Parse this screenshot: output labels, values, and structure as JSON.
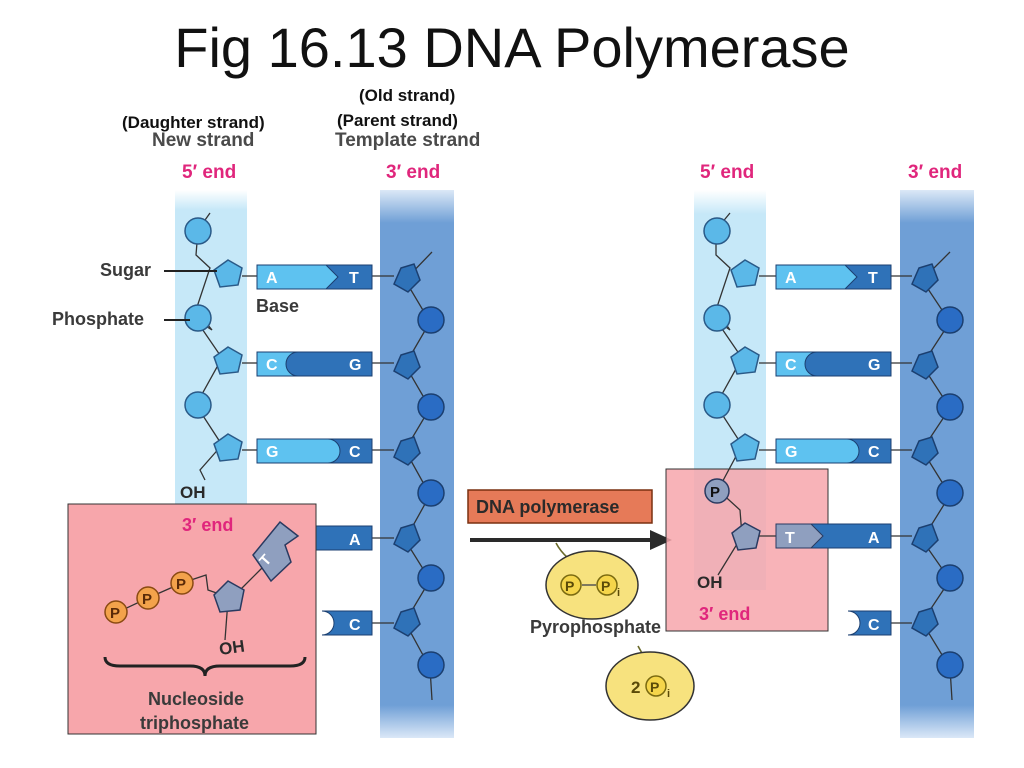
{
  "title": "Fig 16.13 DNA Polymerase",
  "labels": {
    "old_strand": "(Old strand)",
    "parent_strand": "(Parent  strand)",
    "daughter_strand": "(Daughter strand)",
    "new_strand": "New strand",
    "template_strand": "Template strand",
    "five_end": "5′ end",
    "three_end": "3′ end",
    "sugar": "Sugar",
    "phosphate": "Phosphate",
    "base": "Base",
    "oh": "OH",
    "p": "P",
    "nucleoside_line1": "Nucleoside",
    "nucleoside_line2": "triphosphate",
    "dna_polymerase": "DNA polymerase",
    "pyrophosphate": "Pyrophosphate",
    "two": "2",
    "i": "i"
  },
  "bases": {
    "left_pairs": [
      {
        "new": "A",
        "template": "T"
      },
      {
        "new": "C",
        "template": "G"
      },
      {
        "new": "G",
        "template": "C"
      }
    ],
    "incoming_nucleotide": "T",
    "left_template_lower": [
      "A",
      "C"
    ],
    "right_pairs": [
      {
        "new": "A",
        "template": "T"
      },
      {
        "new": "C",
        "template": "G"
      },
      {
        "new": "G",
        "template": "C"
      },
      {
        "new": "T",
        "template": "A"
      }
    ],
    "right_template_lower": [
      "C"
    ]
  },
  "colors": {
    "new_strand_band": "#c6e8f8",
    "template_strand_band": "#6f9fd6",
    "new_base": "#5ec2f0",
    "template_base": "#2f72b8",
    "phosphate_light": "#5bb8e8",
    "phosphate_dark": "#2a6cc4",
    "highlight_box": "#f6a6aa",
    "end_label": "#e0267c",
    "polymerase_box": "#e67a58",
    "pyrophosphate_oval": "#f7e27e",
    "phosphate_orange": "#f3a24b"
  }
}
